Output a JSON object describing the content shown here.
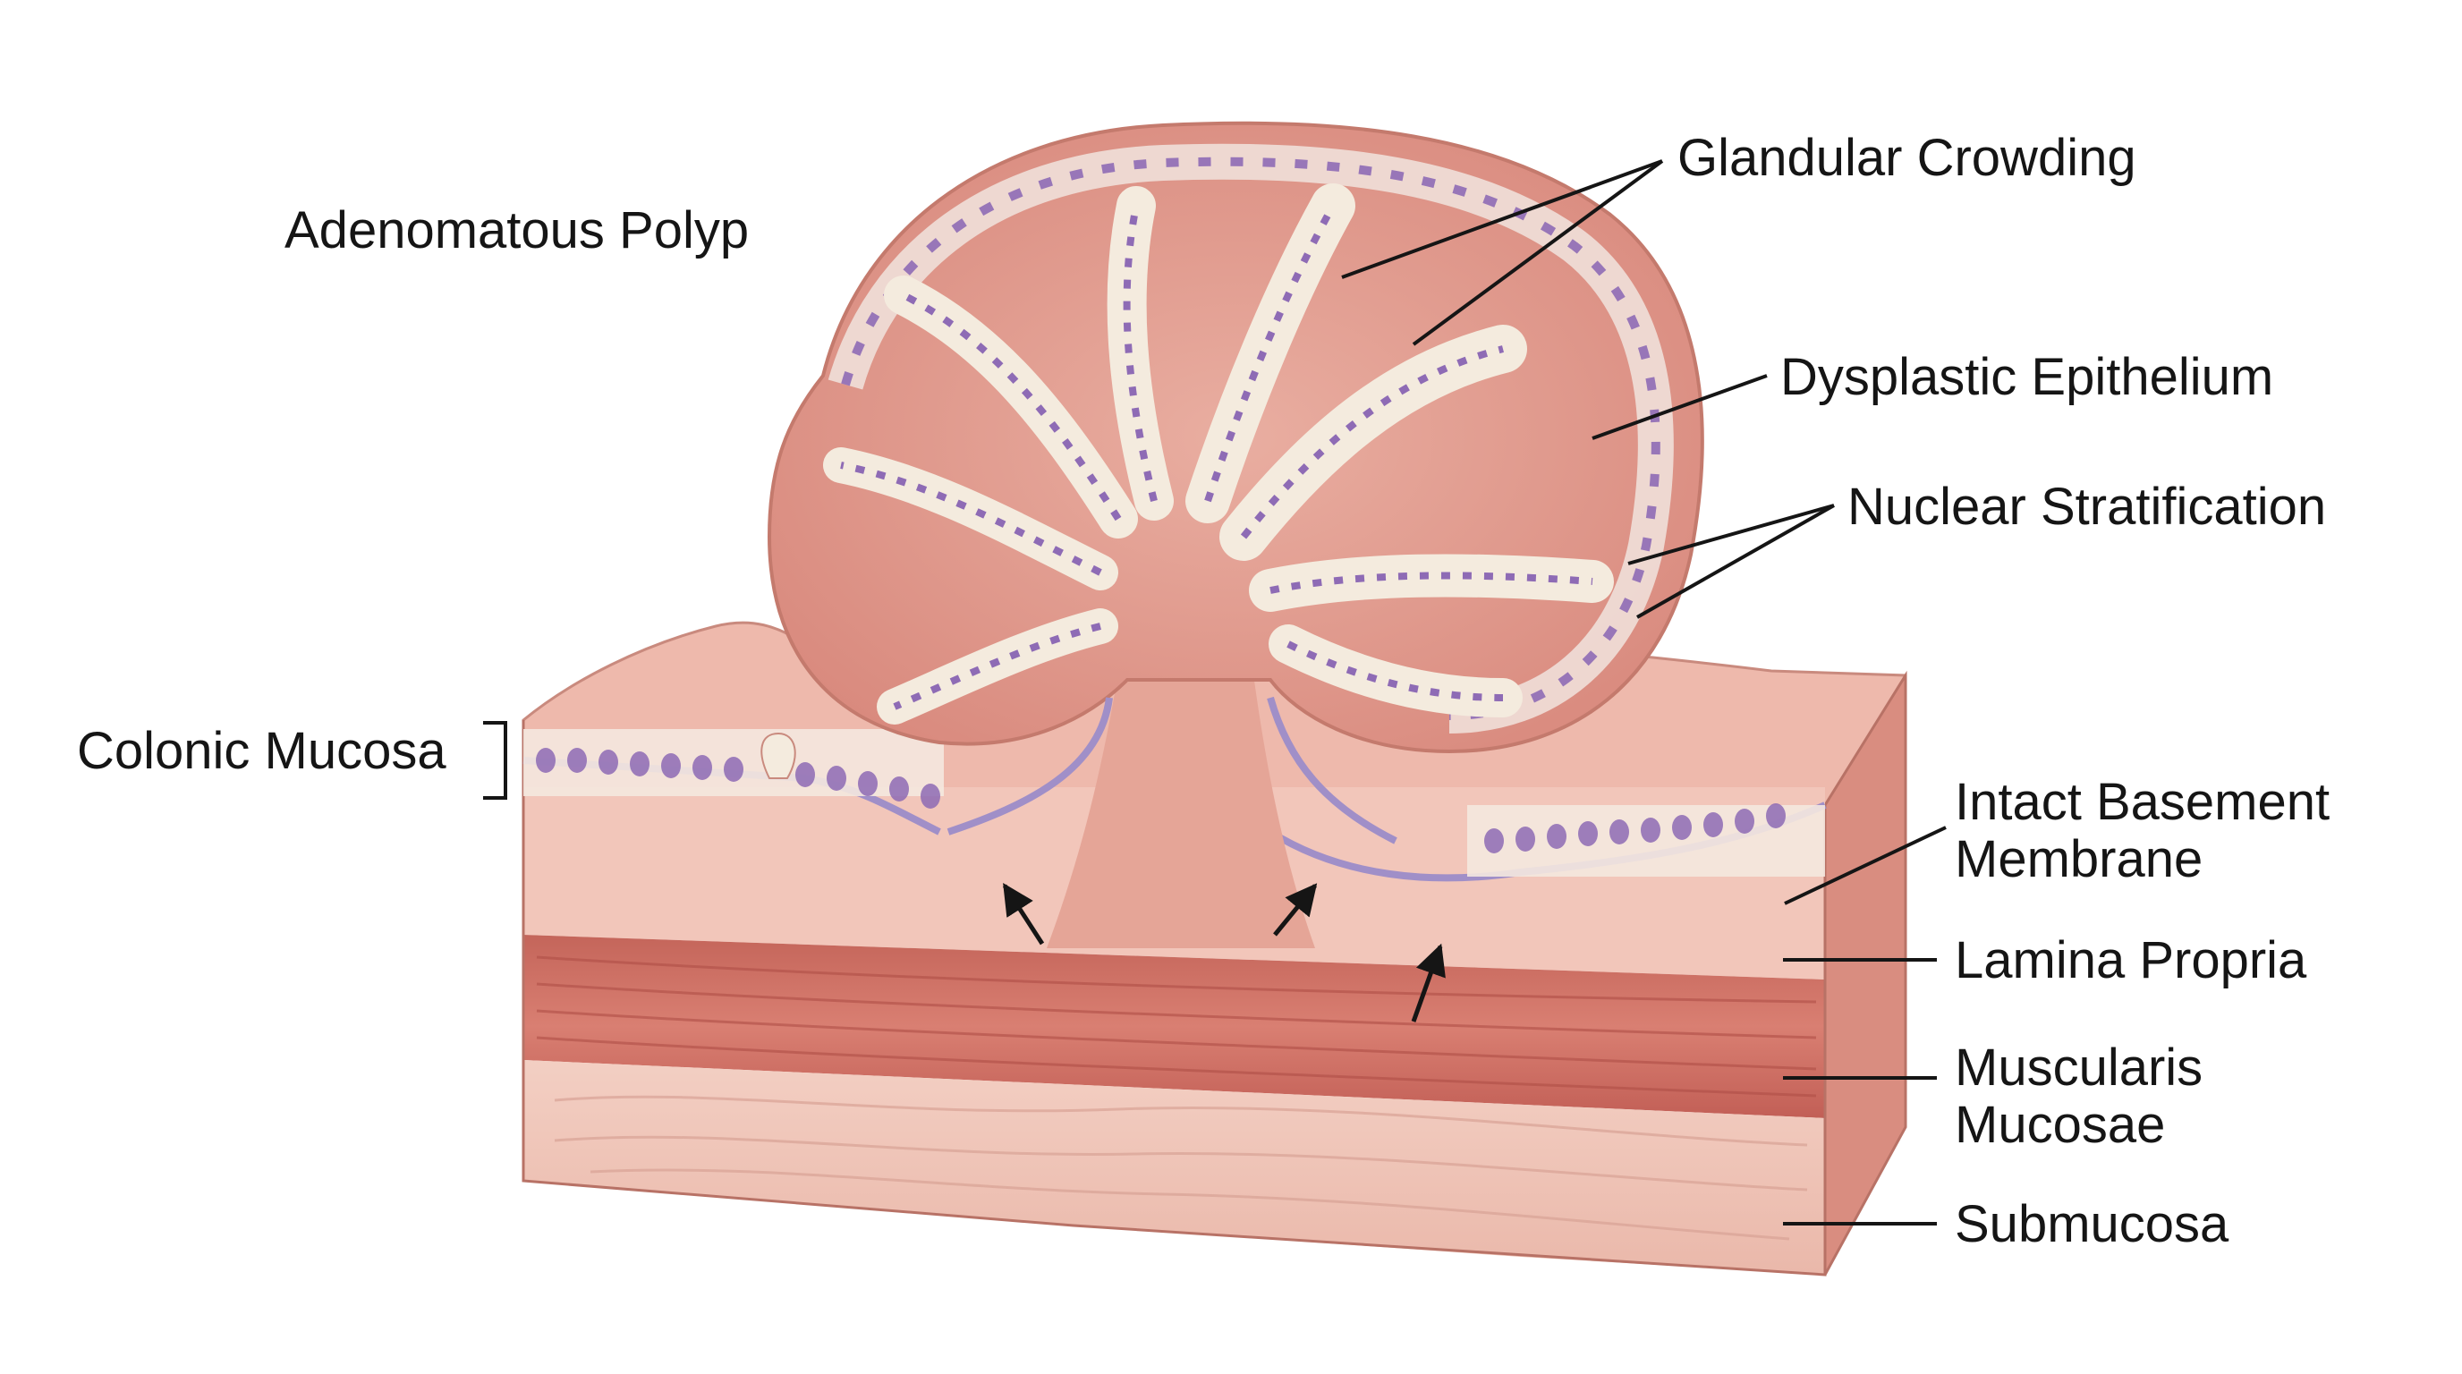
{
  "labels": {
    "adenomatous_polyp": "Adenomatous Polyp",
    "glandular_crowding": "Glandular Crowding",
    "dysplastic_epithelium": "Dysplastic Epithelium",
    "nuclear_stratification": "Nuclear Stratification",
    "colonic_mucosa": "Colonic Mucosa",
    "intact_basement_membrane": [
      "Intact Basement",
      "Membrane"
    ],
    "lamina_propria": "Lamina Propria",
    "muscularis_mucosae": [
      "Muscularis",
      "Mucosae"
    ],
    "submucosa": "Submucosa"
  },
  "colors": {
    "background": "#ffffff",
    "tissue_pink": "#eab3a6",
    "lamina_propria": "#f2c6ba",
    "muscle_red": "#c9675d",
    "submucosa": "#f0c9bd",
    "nuclei_purple": "#8e6bb5",
    "gland_lumen": "#f4ebde",
    "line": "#151515"
  }
}
